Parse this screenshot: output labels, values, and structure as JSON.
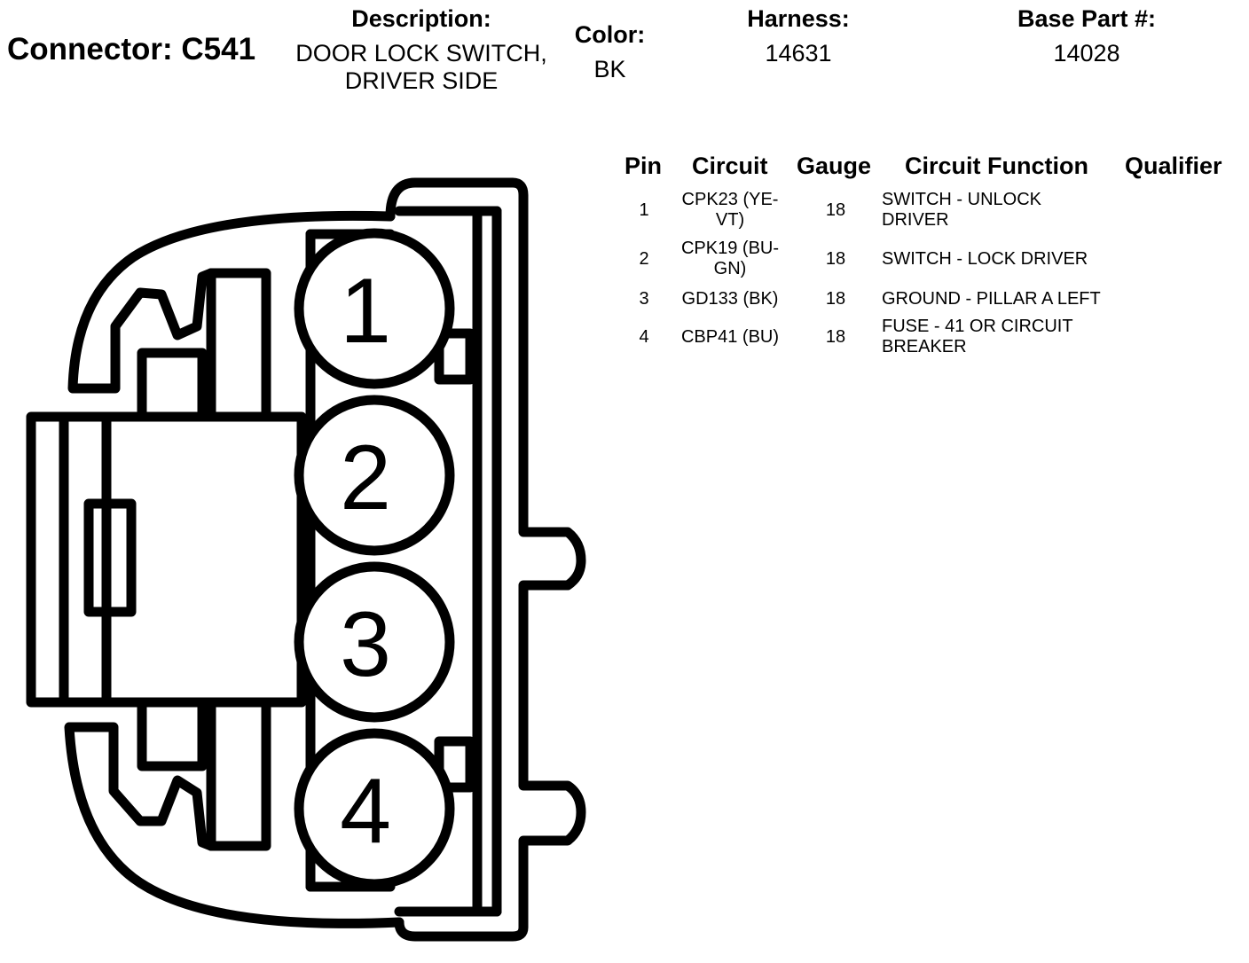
{
  "header": {
    "connector_title": "Connector: C541",
    "description_label": "Description:",
    "description_line1": "DOOR LOCK SWITCH,",
    "description_line2": "DRIVER SIDE",
    "color_label": "Color:",
    "color_value": "BK",
    "harness_label": "Harness:",
    "harness_value": "14631",
    "base_part_label": "Base Part #:",
    "base_part_value": "14028"
  },
  "diagram": {
    "cavity_labels": [
      "1",
      "2",
      "3",
      "4"
    ]
  },
  "pin_table": {
    "columns": [
      "Pin",
      "Circuit",
      "Gauge",
      "Circuit Function",
      "Qualifier"
    ],
    "rows": [
      {
        "pin": "1",
        "circuit": "CPK23 (YE-VT)",
        "gauge": "18",
        "function": "SWITCH - UNLOCK DRIVER",
        "qualifier": ""
      },
      {
        "pin": "2",
        "circuit": "CPK19 (BU-GN)",
        "gauge": "18",
        "function": "SWITCH - LOCK DRIVER",
        "qualifier": ""
      },
      {
        "pin": "3",
        "circuit": "GD133 (BK)",
        "gauge": "18",
        "function": "GROUND - PILLAR A LEFT",
        "qualifier": ""
      },
      {
        "pin": "4",
        "circuit": "CBP41 (BU)",
        "gauge": "18",
        "function": "FUSE - 41 OR CIRCUIT BREAKER",
        "qualifier": ""
      }
    ]
  }
}
